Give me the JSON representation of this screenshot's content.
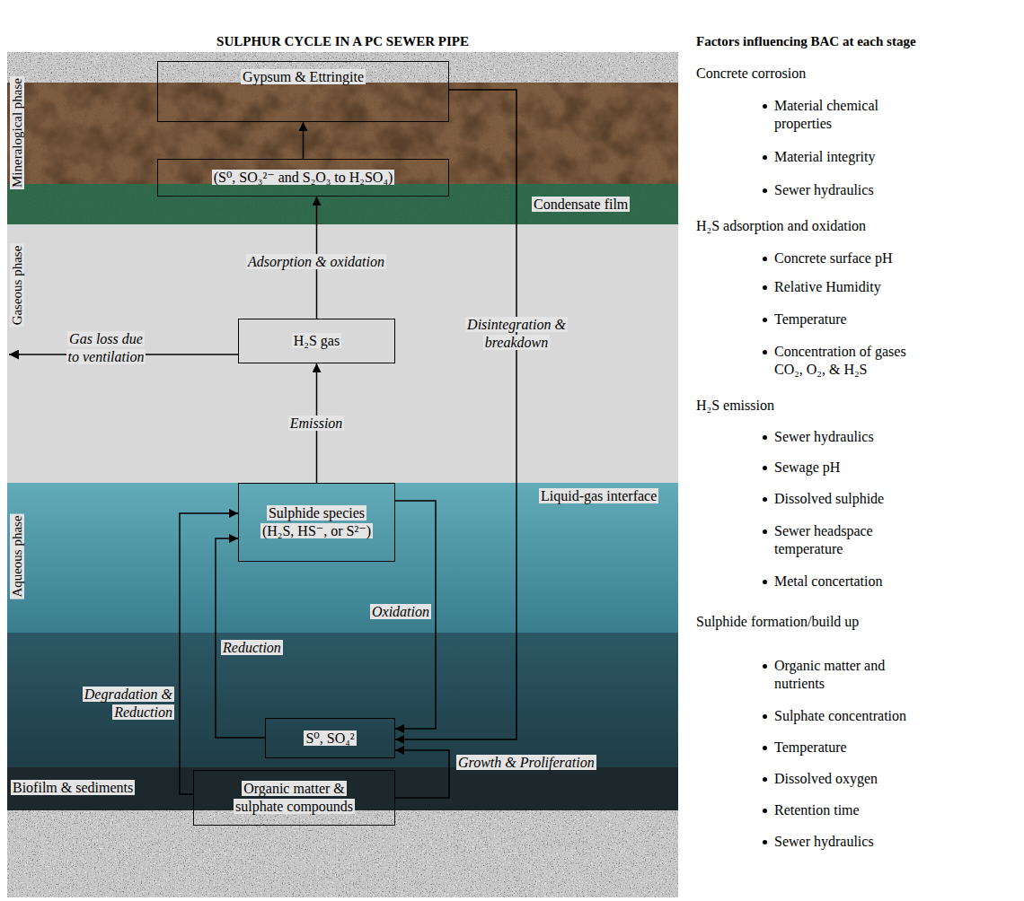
{
  "diagram": {
    "title": "SULPHUR CYCLE IN A PC SEWER PIPE",
    "nodes": [
      {
        "text": [
          "Gypsum & Ettringite"
        ]
      },
      {
        "text": [
          "(S⁰, SO₃²⁻ and S₂O₃ to H₂SO₄)"
        ]
      },
      {
        "text": [
          "H₂S gas"
        ]
      },
      {
        "text": [
          "Sulphide species (H₂S, HS⁻, or S²⁻)"
        ]
      },
      {
        "text": [
          "S⁰, SO₄²"
        ]
      },
      {
        "text": [
          "Organic matter & sulphate compounds"
        ]
      }
    ],
    "edges": [
      {
        "from": 1,
        "to": 0,
        "arrow": "to"
      },
      {
        "from": 2,
        "to": 1,
        "label": "Adsorption & oxidation",
        "arrow": "to"
      },
      {
        "from": 3,
        "to": 2,
        "label": "Emission",
        "arrow": "to"
      },
      {
        "from": 3,
        "to": 4,
        "label": "Oxidation",
        "arrow": "to"
      },
      {
        "from": 4,
        "to": 3,
        "label": "Reduction",
        "arrow": "to"
      },
      {
        "from": 5,
        "to": 3,
        "label": "Degradation & Reduction",
        "arrow": "to"
      },
      {
        "from": 0,
        "to": 4,
        "label": "Disintegration & breakdown",
        "arrow": "to"
      },
      {
        "from": 5,
        "to": 4,
        "label": "Growth & Proliferation",
        "arrow": "to"
      }
    ],
    "labels": [
      "Mineralogical phase",
      "Condensate film",
      "Gaseous phase",
      "Gas loss due to ventilation",
      "Liquid-gas interface",
      "Aqueous phase",
      "Biofilm & sediments",
      "Factors influencing BAC at each stage",
      "Concrete corrosion",
      "Material chemical properties",
      "Material integrity",
      "Sewer hydraulics",
      "H₂S adsorption and oxidation",
      "Concrete surface pH",
      "Relative Humidity",
      "Temperature",
      "Concentration of gases CO₂, O₂, & H₂S",
      "H₂S emission",
      "Sewer hydraulics",
      "Sewage pH",
      "Dissolved sulphide",
      "Sewer headspace temperature",
      "Metal concertation",
      "Sulphide formation/build up",
      "Organic matter and nutrients",
      "Sulphate concentration",
      "Temperature",
      "Dissolved oxygen",
      "Retention time",
      "Sewer hydraulics"
    ]
  }
}
